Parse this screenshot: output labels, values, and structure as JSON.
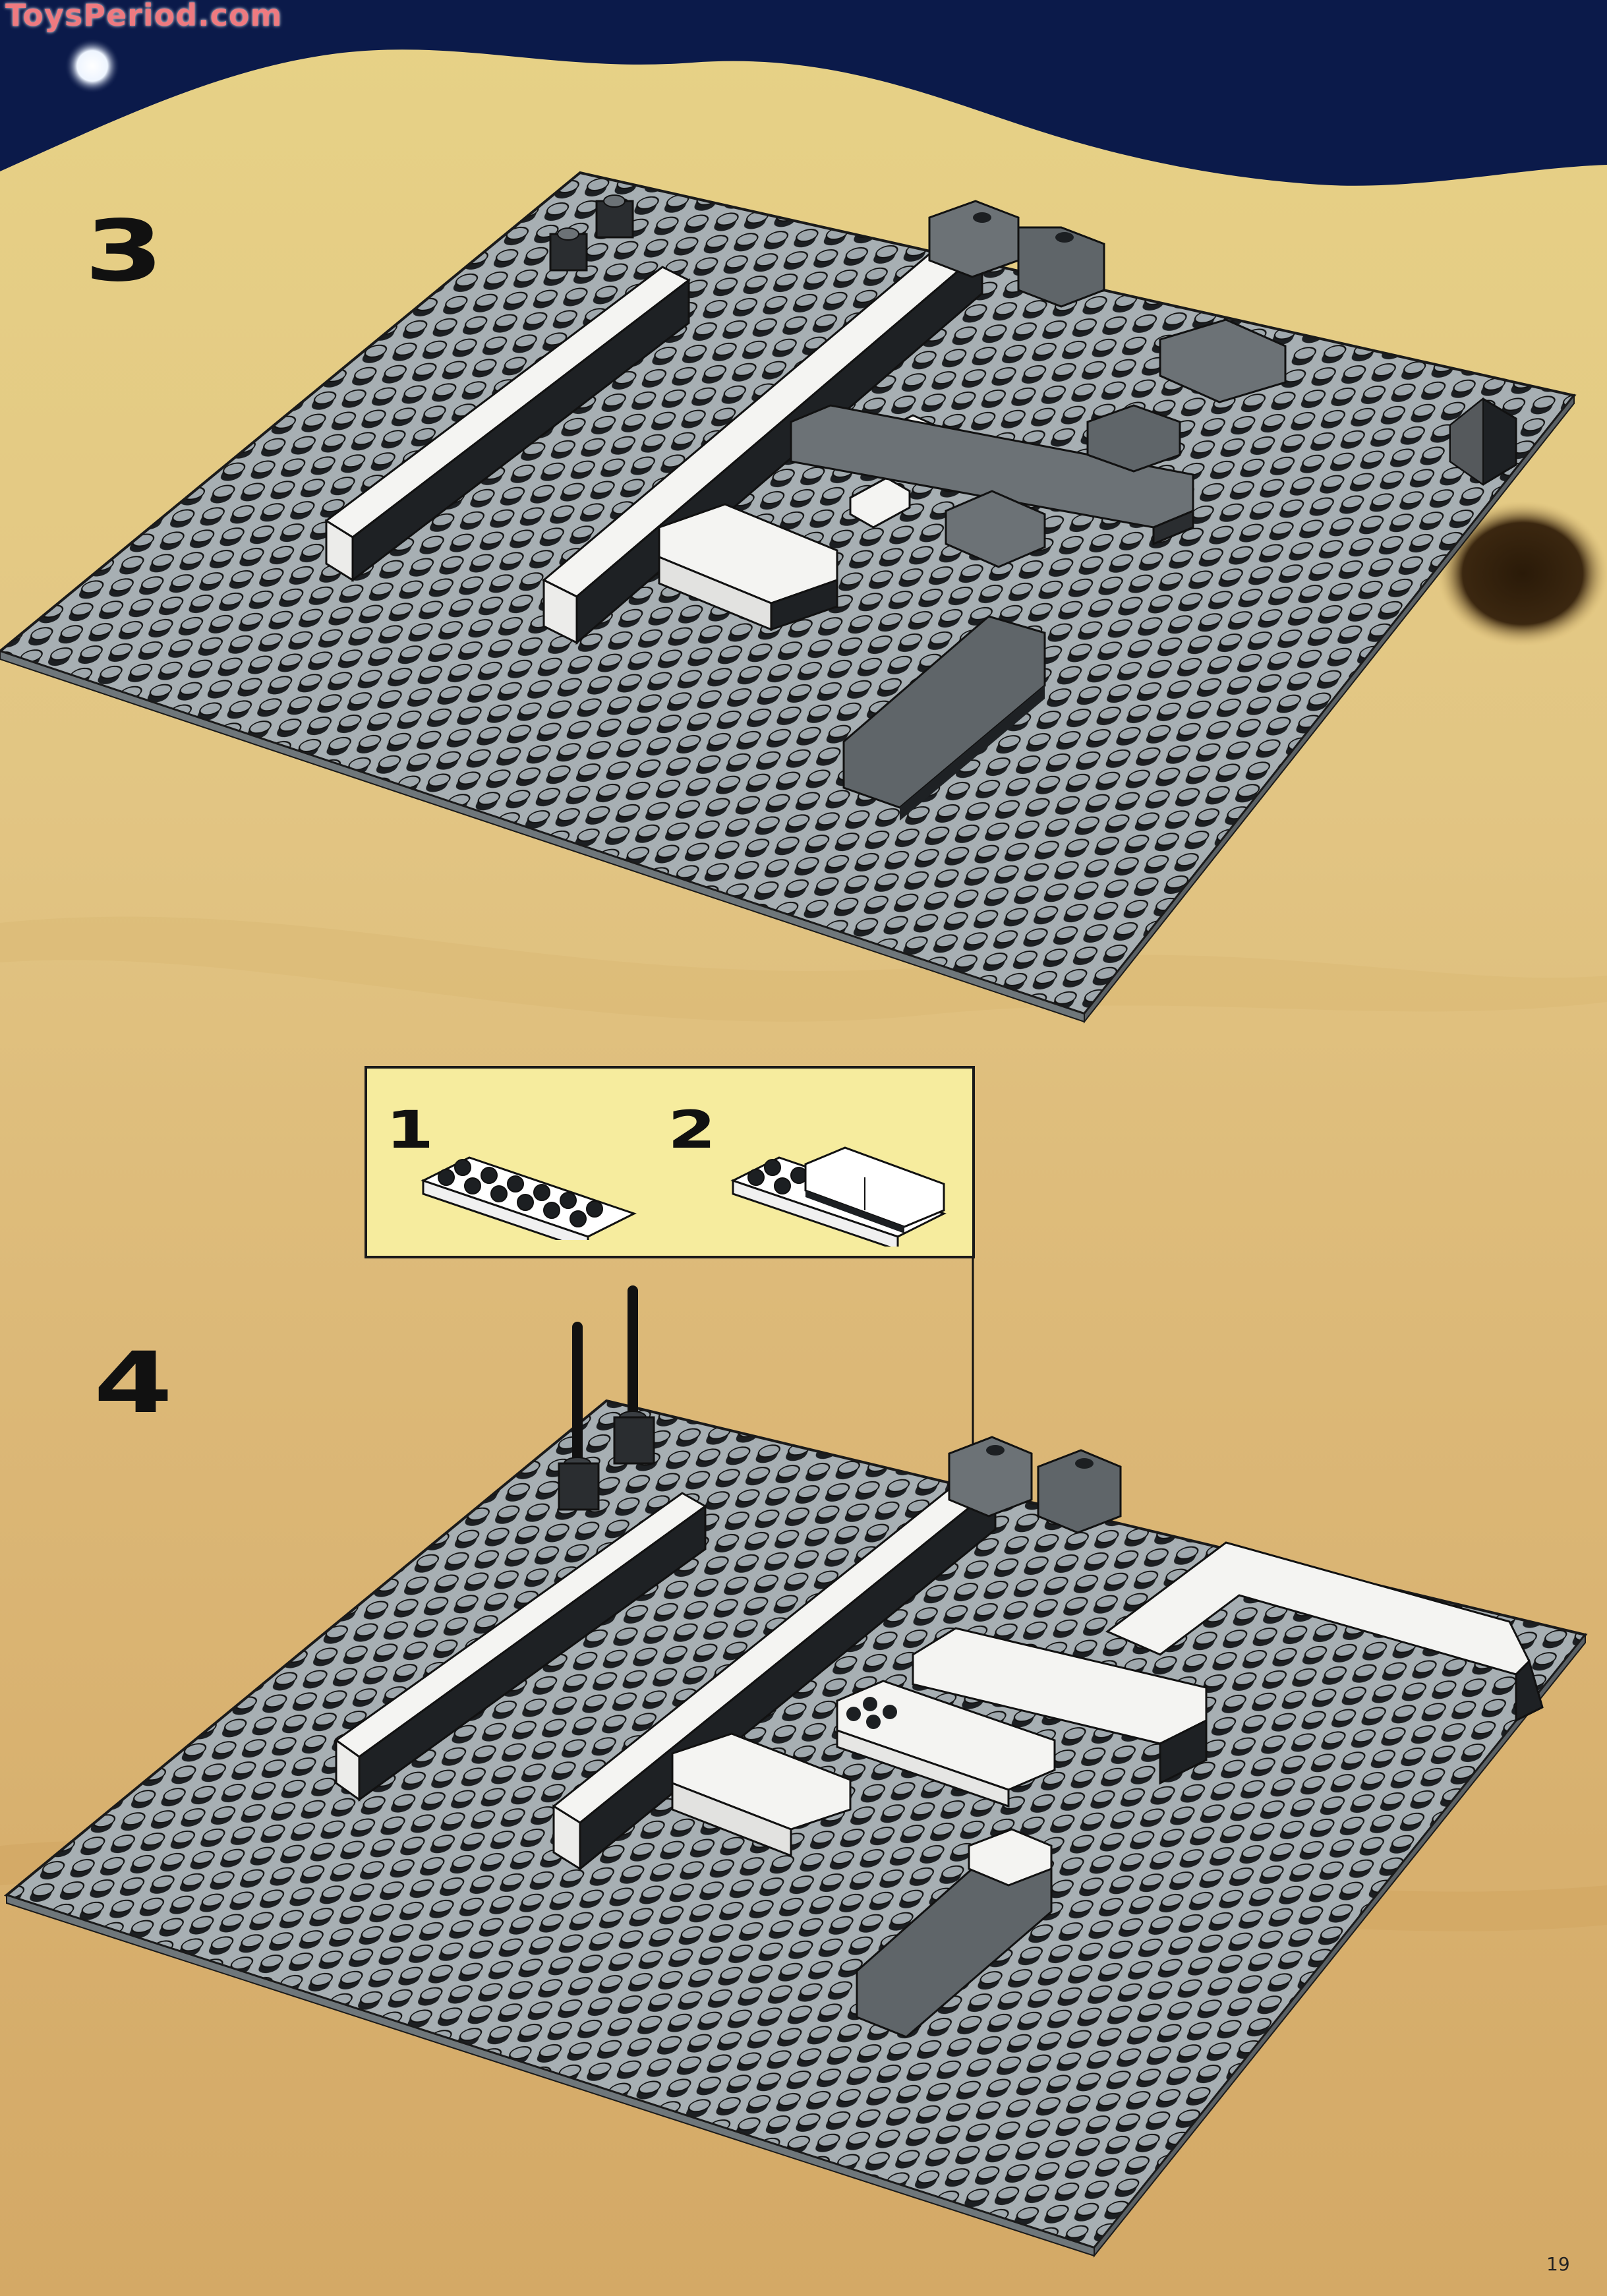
{
  "page": {
    "watermark": "ToysPeriod.com",
    "page_number": "19",
    "colors": {
      "sky": "#0b1a4a",
      "sand_light": "#e6cf84",
      "sand_dark": "#d2a95e",
      "baseplate": "#a7afb3",
      "stud_dark": "#1c1f22",
      "brick_white": "#f4f4f2",
      "brick_gray": "#6c7276",
      "callout_bg": "#f6ec9e",
      "watermark": "#ee7a80"
    }
  },
  "steps": [
    {
      "number": "3",
      "description": "Baseplate with white plates, gray bricks and slopes added"
    },
    {
      "number": "4",
      "description": "Baseplate with antennas and white plate assembly added",
      "callout": {
        "substeps": [
          {
            "number": "1",
            "description": "White 2x6 plate"
          },
          {
            "number": "2",
            "description": "White 2x6 plate with two 2x2 tiles"
          }
        ]
      }
    }
  ]
}
